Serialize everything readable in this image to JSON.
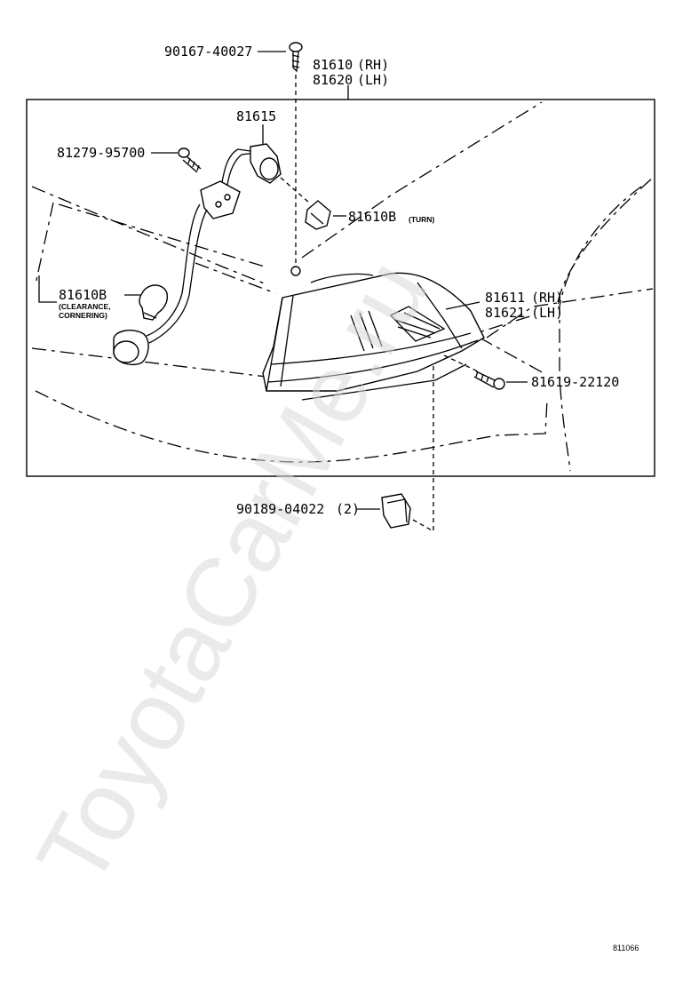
{
  "labels": {
    "bolt_top": "90167-40027",
    "lamp_assy_rh": "81610",
    "lamp_assy_rh_side": "(RH)",
    "lamp_assy_lh": "81620",
    "lamp_assy_lh_side": "(LH)",
    "socket_cord": "81615",
    "screw_left": "81279-95700",
    "bulb_turn": "81610B",
    "bulb_turn_note": "(TURN)",
    "bulb_clearance": "81610B",
    "bulb_clearance_note1": "(CLEARANCE,",
    "bulb_clearance_note2": "CORNERING)",
    "lens_rh": "81611",
    "lens_rh_side": "(RH)",
    "lens_lh": "81621",
    "lens_lh_side": "(LH)",
    "screw_right": "81619-22120",
    "clip": "90189-04022",
    "clip_qty": "(2)"
  },
  "watermark": "ToyotaCarMe.ru",
  "diagram_code": "811066",
  "colors": {
    "line": "#000000",
    "watermark": "#d8d8d8",
    "background": "#ffffff"
  }
}
